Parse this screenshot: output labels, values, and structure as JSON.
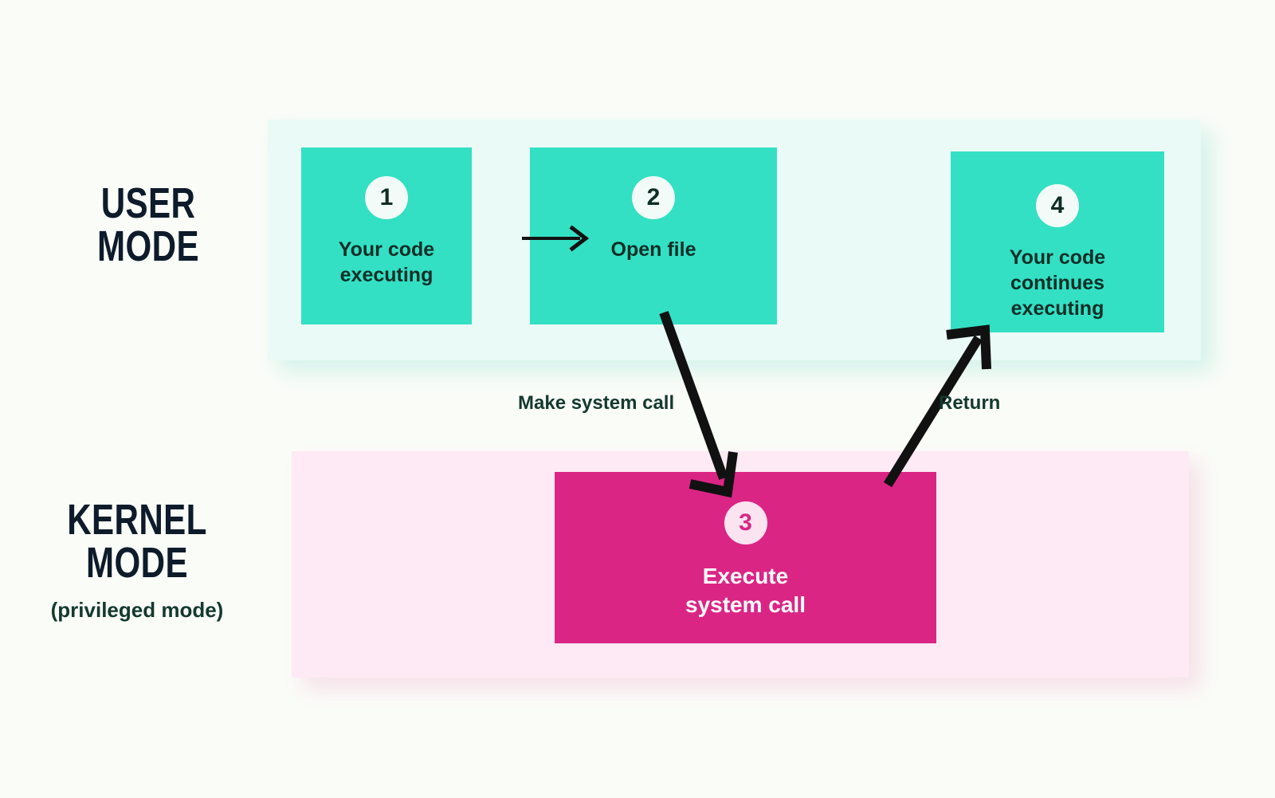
{
  "diagram": {
    "title": "User mode vs kernel mode system call flow",
    "colors": {
      "page_background": "#fafcf8",
      "user_band": "#eafaf6",
      "kernel_band": "#fdeaf4",
      "user_box": "#33e0c4",
      "kernel_box": "#db2585",
      "dark_text": "#0e2e26",
      "label_text": "#0d1b2a",
      "arrow": "#111111"
    }
  },
  "lanes": [
    {
      "id": "user-mode",
      "label_line1": "USER",
      "label_line2": "MODE",
      "sublabel": ""
    },
    {
      "id": "kernel-mode",
      "label_line1": "KERNEL",
      "label_line2": "MODE",
      "sublabel": "(privileged mode)"
    }
  ],
  "steps": [
    {
      "number": "1",
      "text": "Your code\nexecuting",
      "lane": "user-mode"
    },
    {
      "number": "2",
      "text": "Open file",
      "lane": "user-mode"
    },
    {
      "number": "3",
      "text": "Execute\nsystem call",
      "lane": "kernel-mode"
    },
    {
      "number": "4",
      "text": "Your code\ncontinues\nexecuting",
      "lane": "user-mode"
    }
  ],
  "arrows": [
    {
      "id": "step1-to-step2",
      "label": "",
      "from": "1",
      "to": "2"
    },
    {
      "id": "step2-to-step3",
      "label": "Make system call",
      "from": "2",
      "to": "3"
    },
    {
      "id": "step3-to-step4",
      "label": "Return",
      "from": "3",
      "to": "4"
    }
  ]
}
